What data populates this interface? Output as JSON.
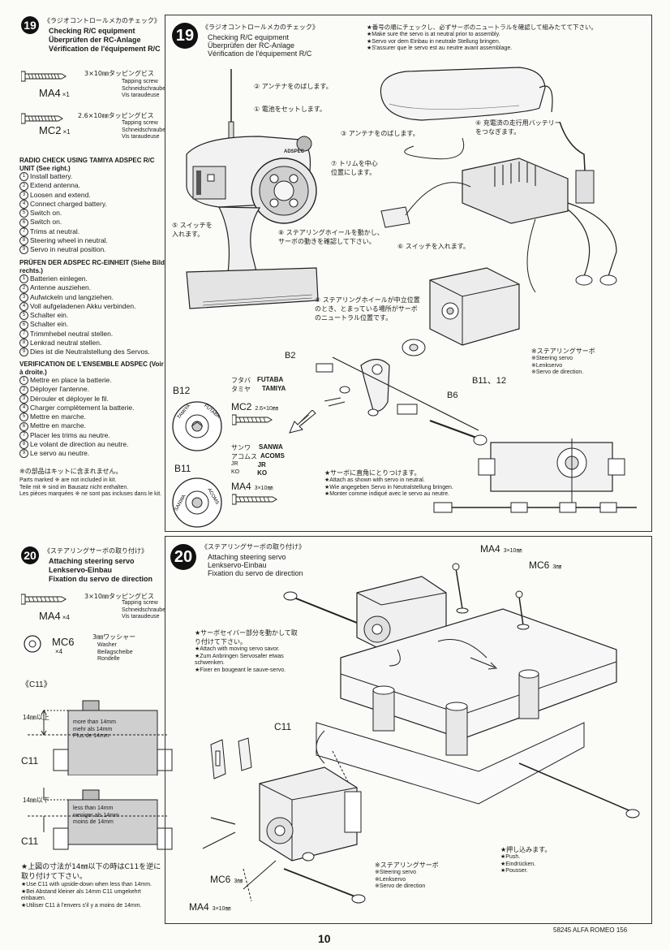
{
  "step19": {
    "number": "19",
    "jp_title": "《ラジオコントロールメカのチェック》",
    "title_en": "Checking R/C equipment",
    "title_de": "Überprüfen der RC-Anlage",
    "title_fr": "Vérification de l'équipement R/C",
    "parts": [
      {
        "code": "MA4",
        "qty": "×1",
        "size_jp": "3×10㎜タッピングビス",
        "names": [
          "Tapping screw",
          "Schneidschraube",
          "Vis taraudeuse"
        ]
      },
      {
        "code": "MC2",
        "qty": "×1",
        "size_jp": "2.6×10㎜タッピングビス",
        "names": [
          "Tapping screw",
          "Schneidschraube",
          "Vis taraudeuse"
        ]
      }
    ],
    "radio_check": {
      "en_title": "RADIO CHECK USING TAMIYA ADSPEC R/C UNIT (See right.)",
      "en_steps": [
        "Install battery.",
        "Extend antenna.",
        "Loosen and extend.",
        "Connect charged battery.",
        "Switch on.",
        "Switch on.",
        "Trims at neutral.",
        "Steering wheel in neutral.",
        "Servo in neutral position."
      ],
      "de_title": "PRÜFEN DER ADSPEC RC-EINHEIT (Siehe Bild rechts.)",
      "de_steps": [
        "Batterien einlegen.",
        "Antenne ausziehen.",
        "Aufwickeln und langziehen.",
        "Voll aufgeladenen Akku verbinden.",
        "Schalter ein.",
        "Schalter ein.",
        "Trimmhebel neutral stellen.",
        "Lenkrad neutral stellen.",
        "Dies ist die Neutralstellung des Servos."
      ],
      "fr_title": "VERIFICATION DE L'ENSEMBLE ADSPEC (Voir à droite.)",
      "fr_steps": [
        "Mettre en place la batterie.",
        "Déployer l'antenne.",
        "Dérouler et déployer le fil.",
        "Charger complètement la batterie.",
        "Mettre en marche.",
        "Mettre en marche.",
        "Placer les trims au neutre.",
        "Le volant de direction au neutre.",
        "Le servo au neutre."
      ]
    },
    "not_included": {
      "jp": "※の部品はキットに含まれません。",
      "en": "Parts marked ※ are not included in kit.",
      "de": "Teile mit ※ sind im Bausatz nicht enthalten.",
      "fr": "Les pièces marquées ※ ne sont pas incluses dans le kit."
    },
    "diagram": {
      "number": "19",
      "jp_title": "《ラジオコントロールメカのチェック》",
      "title_en": "Checking R/C equipment",
      "title_de": "Überprüfen der RC-Anlage",
      "title_fr": "Vérification de l'équipement R/C",
      "note_jp": "★番号の順にチェックし、必ずサーボのニュートラルを確認して組みたてて下さい。",
      "note_en": "★Make sure the servo is at neutral prior to assembly.",
      "note_de": "★Servo vor dem Einbau in neutrale Stellung bringen.",
      "note_fr": "★S'assurer que le servo est au neutre avant assemblage.",
      "callouts": {
        "c1": "① 電池をセットします。",
        "c2": "② アンテナをのばします。",
        "c3": "③ アンテナをのばします。",
        "c4": "④ 充電済の走行用バッテリーをつなぎます。",
        "c5": "⑤ スイッチを入れます。",
        "c6": "⑥ スイッチを入れます。",
        "c7": "⑦ トリムを中心位置にします。",
        "c8": "⑧ ステアリングホイールを動かし、サーボの動きを確認して下さい。",
        "c9": "⑨ ステアリングホイールが中立位置のとき、とまっている場所がサーボのニュートラル位置です。"
      },
      "servo_label_jp": "※ステアリングサーボ",
      "servo_label_en": "※Steering servo",
      "servo_label_de": "※Lenkservo",
      "servo_label_fr": "※Servo de direction.",
      "b2": "B2",
      "b11_12": "B11、12",
      "b6": "B6",
      "b12": "B12",
      "b11": "B11",
      "futaba_jp": "フタバ",
      "futaba": "FUTABA",
      "tamiya_jp": "タミヤ",
      "tamiya": "TAMIYA",
      "mc2": "MC2",
      "mc2_size": "2.6×10㎜",
      "sanwa_jp": "サンワ",
      "sanwa": "SANWA",
      "acoms_jp": "アコムス",
      "acoms": "ACOMS",
      "jr_jp": "JR",
      "jr": "JR",
      "ko_jp": "KO",
      "ko": "KO",
      "ma4": "MA4",
      "ma4_size": "3×10㎜",
      "disc_tamiya": "TAMIYA",
      "disc_futaba": "FUTABA",
      "disc_sanwa": "SANWA",
      "disc_acoms": "ACOMS",
      "attach_jp": "★サーボに直角にとりつけます。",
      "attach_en": "★Attach as shown with servo in neutral.",
      "attach_de": "★Wie angegeben Servo in Neutralstellung bringen.",
      "attach_fr": "★Monter comme indiqué avec le servo au neutre.",
      "transmitter_label": "ADSPEC"
    }
  },
  "step20": {
    "number": "20",
    "jp_title": "《ステアリングサーボの取り付け》",
    "title_en": "Attaching steering servo",
    "title_de": "Lenkservo-Einbau",
    "title_fr": "Fixation du servo de direction",
    "parts": [
      {
        "code": "MA4",
        "qty": "×4",
        "size_jp": "3×10㎜タッピングビス",
        "names": [
          "Tapping screw",
          "Schneidschraube",
          "Vis taraudeuse"
        ]
      },
      {
        "code": "MC6",
        "qty": "×4",
        "size_jp": "3㎜ワッシャー",
        "names": [
          "Washer",
          "Beilagscheibe",
          "Rondelle"
        ]
      }
    ],
    "c11": {
      "title": "《C11》",
      "more_jp": "14㎜以上",
      "more": [
        "more than 14mm",
        "mehr als 14mm",
        "Plus de 14mm"
      ],
      "less_jp": "14㎜以下",
      "less": [
        "less than 14mm",
        "weniger als 14mm",
        "moins de 14mm"
      ],
      "label": "C11",
      "note_jp": "★上図の寸法が14㎜以下の時はC11を逆に取り付けて下さい。",
      "note_en": "★Use C11 with upside-down when less than 14mm.",
      "note_de": "★Bei Abstand kleiner als 14mm C11 umgekehrt einbauen.",
      "note_fr": "★Utiliser C11 à l'envers s'il y a moins de 14mm."
    },
    "diagram": {
      "number": "20",
      "jp_title": "《ステアリングサーボの取り付け》",
      "title_en": "Attaching steering servo",
      "title_de": "Lenkservo-Einbau",
      "title_fr": "Fixation du servo de direction",
      "ma4": "MA4",
      "ma4_size": "3×10㎜",
      "mc6": "MC6",
      "mc6_size": "3㎜",
      "saver_jp": "★サーボセイバー部分を動かして取り付けて下さい。",
      "saver_en": "★Attach with moving servo savor.",
      "saver_de": "★Zum Anbringen Servosafer etwas schwenken.",
      "saver_fr": "★Fixer en bougeant le sauve-servo.",
      "c11": "C11",
      "servo_jp": "※ステアリングサーボ",
      "servo_en": "※Steering servo",
      "servo_de": "※Lenkservo",
      "servo_fr": "※Servo de direction",
      "push_jp": "★押し込みます。",
      "push_en": "★Push.",
      "push_de": "★Eindrücken.",
      "push_fr": "★Pousser.",
      "mc6_bottom": "MC6",
      "mc6_bottom_size": "3㎜",
      "ma4_bottom": "MA4",
      "ma4_bottom_size": "3×10㎜"
    }
  },
  "footer": {
    "page_number": "10",
    "model": "58245 ALFA ROMEO 156"
  }
}
